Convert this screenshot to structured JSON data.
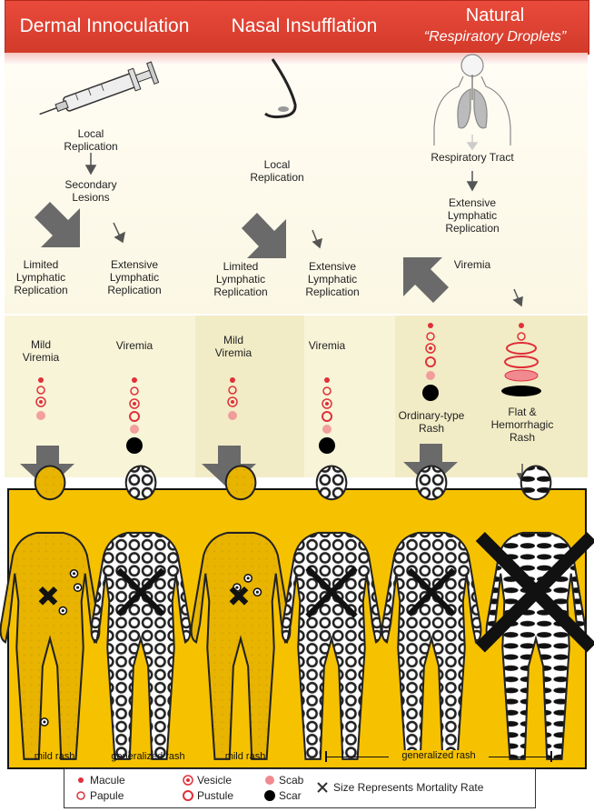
{
  "header": {
    "col1_title": "Dermal Innoculation",
    "col2_title": "Nasal Insufflation",
    "col3_title": "Natural",
    "col3_subtitle": "“Respiratory Droplets”"
  },
  "route1": {
    "local_replication": "Local\nReplication",
    "secondary_lesions": "Secondary\nLesions",
    "limited": "Limited\nLymphatic\nReplication",
    "extensive": "Extensive\nLymphatic\nReplication",
    "mild_viremia": "Mild\nViremia",
    "viremia": "Viremia"
  },
  "route2": {
    "local_replication": "Local\nReplication",
    "limited": "Limited\nLymphatic\nReplication",
    "extensive": "Extensive\nLymphatic\nReplication",
    "mild_viremia": "Mild\nViremia",
    "viremia": "Viremia"
  },
  "route3": {
    "respiratory_tract": "Respiratory Tract",
    "extensive": "Extensive\nLymphatic\nReplication",
    "viremia": "Viremia",
    "ordinary_rash": "Ordinary-type\nRash",
    "flat_rash": "Flat &\nHemorrhagic\nRash"
  },
  "outcomes": {
    "mild_rash_1": "mild rash",
    "generalized_rash_1": "generalized rash",
    "mild_rash_2": "mild rash",
    "generalized_rash_span": "generalized rash"
  },
  "legend": {
    "macule": "Macule",
    "papule": "Papule",
    "vesicle": "Vesicle",
    "pustule": "Pustule",
    "scab": "Scab",
    "scar": "Scar",
    "size_note": "Size Represents Mortality Rate"
  },
  "colors": {
    "header_red": "#d9382a",
    "outcome_yellow": "#f6c200",
    "arrow_gray": "#666666",
    "lesion_red": "#e0303a"
  }
}
